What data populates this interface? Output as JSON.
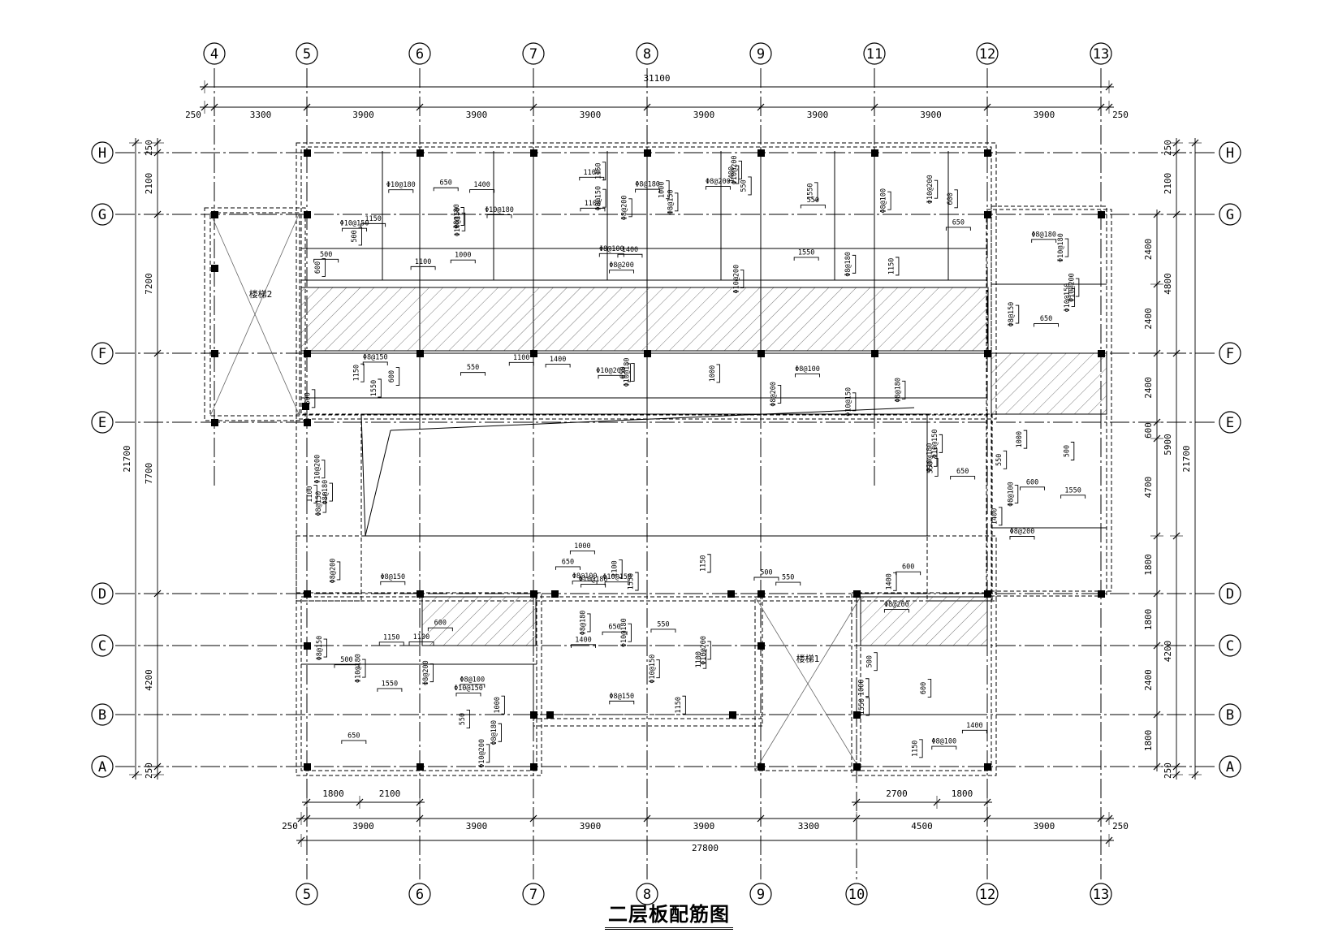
{
  "title": "二层板配筋图",
  "grid": {
    "top_axes": [
      "4",
      "5",
      "6",
      "7",
      "8",
      "9",
      "11",
      "12",
      "13"
    ],
    "bottom_axes": [
      "5",
      "6",
      "7",
      "8",
      "9",
      "10",
      "12",
      "13"
    ],
    "rows": [
      "H",
      "G",
      "F",
      "E",
      "D",
      "C",
      "B",
      "A"
    ]
  },
  "dims": {
    "top_total": "31100",
    "top_segments": [
      "250",
      "3300",
      "3900",
      "3900",
      "3900",
      "3900",
      "3900",
      "3900",
      "3900",
      "250"
    ],
    "bottom_total": "27800",
    "bottom_segments": [
      "250",
      "3900",
      "3900",
      "3900",
      "3900",
      "3300",
      "4500",
      "3900",
      "250"
    ],
    "bottom_sub_left": [
      "1800",
      "2100"
    ],
    "bottom_sub_right": [
      "2700",
      "1800"
    ],
    "left_total": "21700",
    "left_inner": [
      "250",
      "2100",
      "7200",
      "7700",
      "4200",
      "250"
    ],
    "right_total": "21700",
    "right_outer": [
      "250",
      "2100",
      "4800",
      "5900",
      "4200",
      "250"
    ],
    "right_inner": [
      "2400",
      "2400",
      "2400",
      "600",
      "4700",
      "1800",
      "1800",
      "2400",
      "1800"
    ]
  },
  "labels": {
    "stair_2": "楼梯2",
    "stair_1": "楼梯1"
  },
  "rebar_labels": [
    "Φ8@200",
    "1400",
    "1150",
    "1100",
    "Φ10@200",
    "Φ8@180",
    "Φ8@150",
    "Φ10@150",
    "Φ10@180",
    "650",
    "550",
    "600",
    "1000",
    "1550",
    "500",
    "Φ8@100"
  ]
}
